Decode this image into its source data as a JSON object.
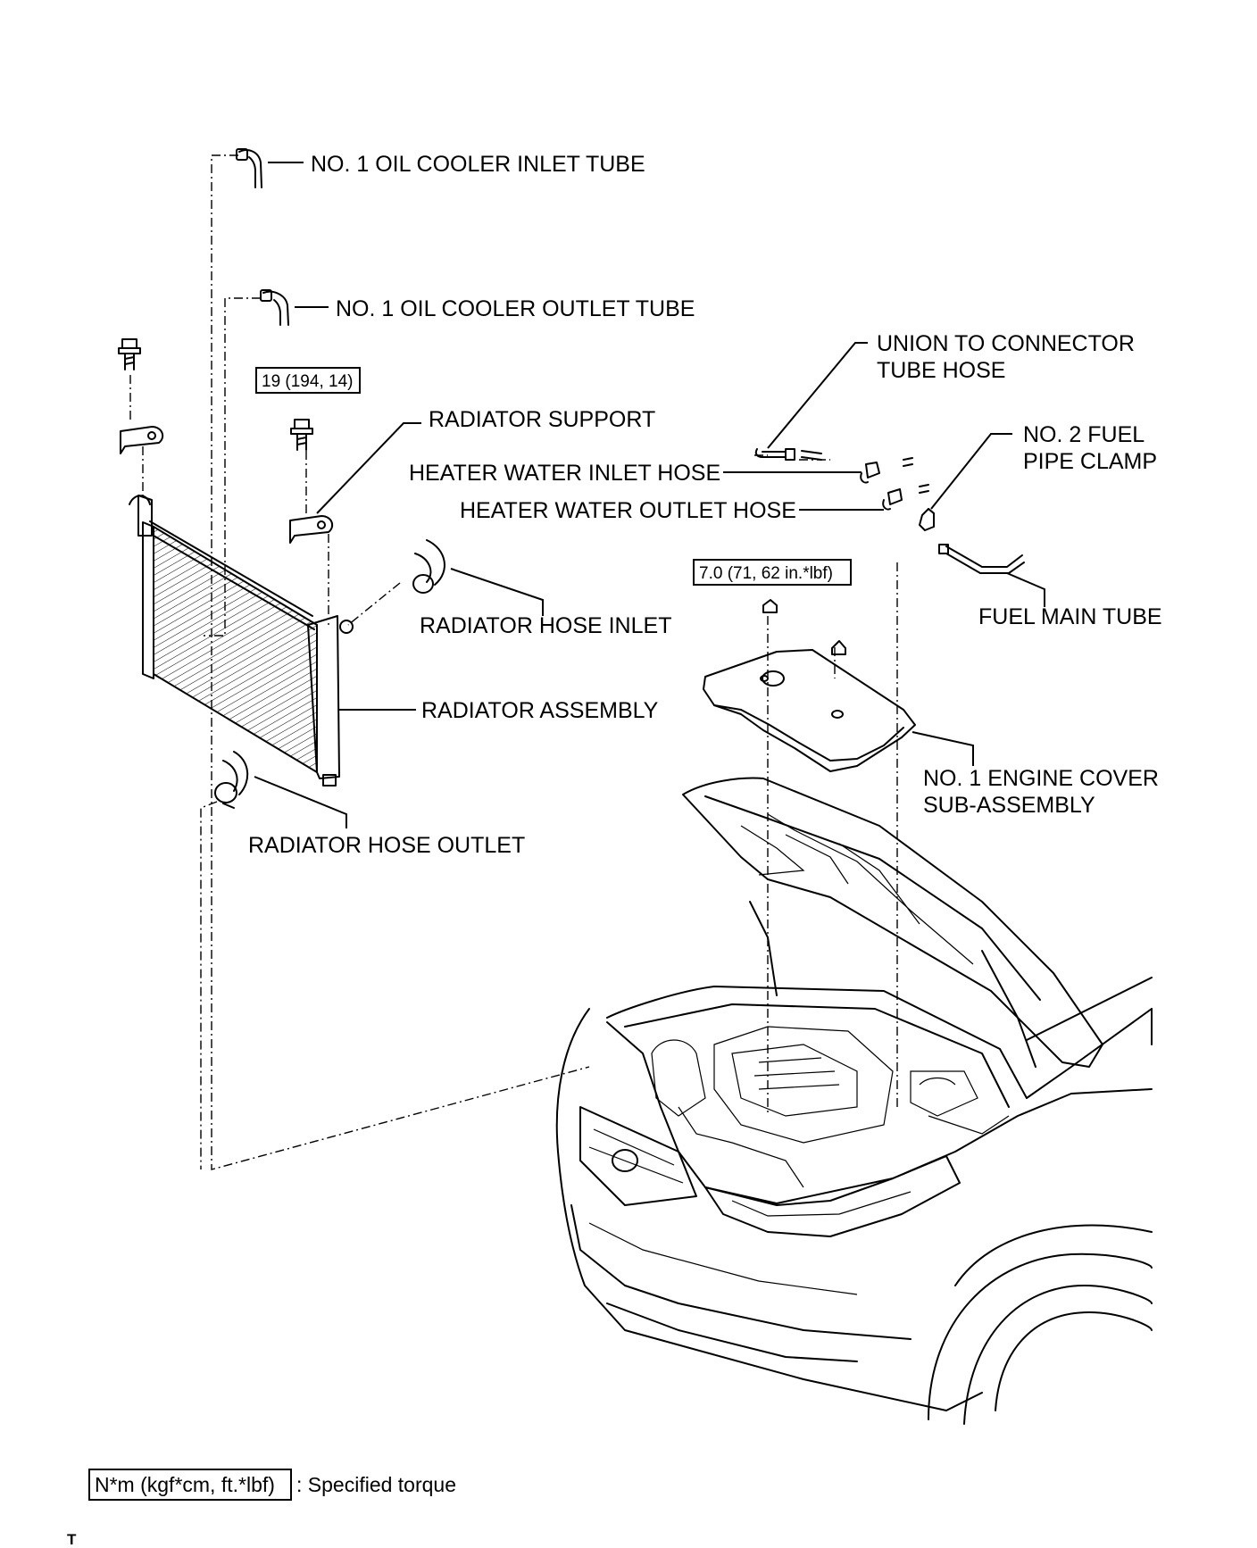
{
  "diagram": {
    "labels": {
      "oil_inlet": "NO. 1 OIL COOLER INLET TUBE",
      "oil_outlet": "NO. 1 OIL COOLER OUTLET TUBE",
      "radiator_support": "RADIATOR SUPPORT",
      "union_line1": "UNION TO CONNECTOR",
      "union_line2": "TUBE HOSE",
      "heater_inlet": "HEATER WATER INLET HOSE",
      "heater_outlet": "HEATER WATER OUTLET HOSE",
      "fuel_clamp_line1": "NO. 2 FUEL",
      "fuel_clamp_line2": "PIPE CLAMP",
      "fuel_main_tube": "FUEL MAIN TUBE",
      "hose_inlet": "RADIATOR HOSE INLET",
      "radiator_assembly": "RADIATOR ASSEMBLY",
      "engine_cover_line1": "NO. 1 ENGINE COVER",
      "engine_cover_line2": "SUB-ASSEMBLY",
      "hose_outlet": "RADIATOR HOSE OUTLET"
    },
    "torques": {
      "radiator_support_bolt": "19 (194, 14)",
      "engine_cover_nut": "7.0 (71, 62 in.*lbf)"
    },
    "legend": {
      "unit_box": "N*m (kgf*cm, ft.*lbf)",
      "description": ": Specified torque"
    },
    "corner_mark": "T"
  }
}
